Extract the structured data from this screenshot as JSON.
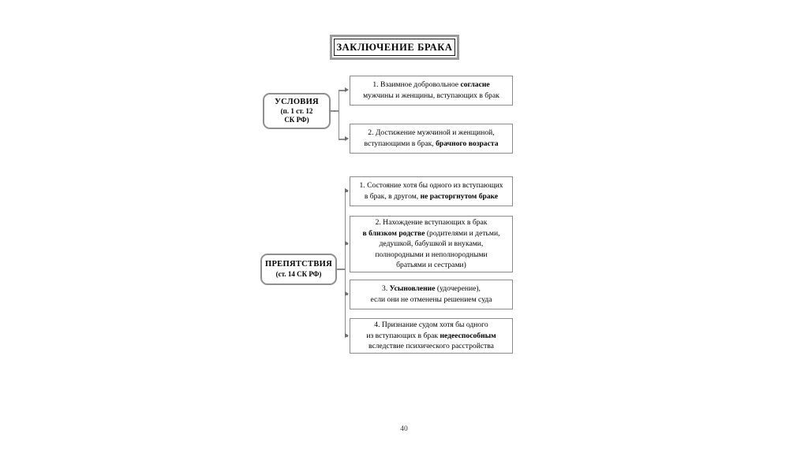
{
  "document": {
    "title": "ЗАКЛЮЧЕНИЕ БРАКА",
    "page_number": "40"
  },
  "colors": {
    "background": "#ffffff",
    "box_border": "#8a8a8a",
    "category_border": "#8f8f8f",
    "title_outer_border": "#9a9a9a",
    "title_inner_border": "#1a1a1a",
    "text": "#000000",
    "connector": "#8a8a8a"
  },
  "branches": [
    {
      "key": "conditions",
      "category_title": "УСЛОВИЯ",
      "category_subtitle_line1": "(п. 1 ст. 12",
      "category_subtitle_line2": "СК РФ)",
      "items": [
        {
          "key": "c1",
          "segments": [
            {
              "text": "1. Взаимное добровольное ",
              "bold": false
            },
            {
              "text": "согласие",
              "bold": true
            },
            {
              "text": "\n",
              "bold": false
            },
            {
              "text": "мужчины и женщины, вступающих в брак",
              "bold": false
            }
          ]
        },
        {
          "key": "c2",
          "segments": [
            {
              "text": "2. Достижение мужчиной и женщиной,",
              "bold": false
            },
            {
              "text": "\n",
              "bold": false
            },
            {
              "text": "вступающими в брак, ",
              "bold": false
            },
            {
              "text": "брачного возраста",
              "bold": true
            }
          ]
        }
      ]
    },
    {
      "key": "obstacles",
      "category_title": "ПРЕПЯТСТВИЯ",
      "category_subtitle_line1": "(ст. 14 СК РФ)",
      "category_subtitle_line2": "",
      "items": [
        {
          "key": "o1",
          "segments": [
            {
              "text": "1. Состояние хотя бы одного из вступающих",
              "bold": false
            },
            {
              "text": "\n",
              "bold": false
            },
            {
              "text": "в брак, в другом, ",
              "bold": false
            },
            {
              "text": "не расторгнутом браке",
              "bold": true
            }
          ]
        },
        {
          "key": "o2",
          "segments": [
            {
              "text": "2. Нахождение вступающих в брак",
              "bold": false
            },
            {
              "text": "\n",
              "bold": false
            },
            {
              "text": "в близком родстве",
              "bold": true
            },
            {
              "text": " (родителями и детьми,",
              "bold": false
            },
            {
              "text": "\n",
              "bold": false
            },
            {
              "text": "дедушкой, бабушкой и внуками,",
              "bold": false
            },
            {
              "text": "\n",
              "bold": false
            },
            {
              "text": "полнородными и неполнородными",
              "bold": false
            },
            {
              "text": "\n",
              "bold": false
            },
            {
              "text": "братьями и сестрами)",
              "bold": false
            }
          ]
        },
        {
          "key": "o3",
          "segments": [
            {
              "text": "3. ",
              "bold": false
            },
            {
              "text": "Усыновление",
              "bold": true
            },
            {
              "text": " (удочерение),",
              "bold": false
            },
            {
              "text": "\n",
              "bold": false
            },
            {
              "text": "если они не отменены решением суда",
              "bold": false
            }
          ]
        },
        {
          "key": "o4",
          "segments": [
            {
              "text": "4. Признание судом хотя бы одного",
              "bold": false
            },
            {
              "text": "\n",
              "bold": false
            },
            {
              "text": "из вступающих в брак ",
              "bold": false
            },
            {
              "text": "недееспособным",
              "bold": true
            },
            {
              "text": "\n",
              "bold": false
            },
            {
              "text": "вследствие психического расстройства",
              "bold": false
            }
          ]
        }
      ]
    }
  ]
}
